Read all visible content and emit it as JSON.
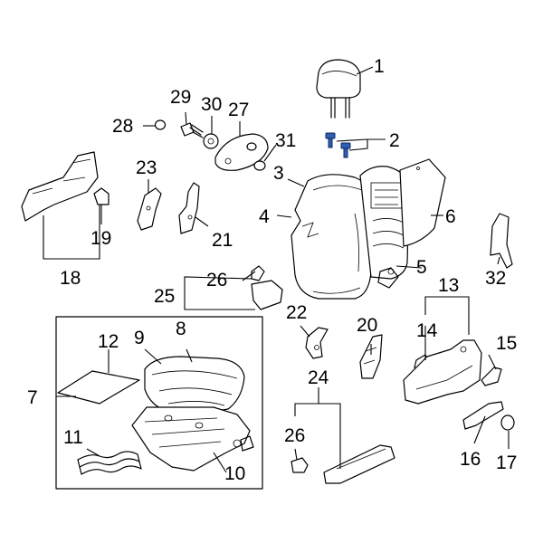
{
  "diagram": {
    "highlight_color": "#2f5fae",
    "callouts": {
      "c1": "1",
      "c2": "2",
      "c3": "3",
      "c4": "4",
      "c5": "5",
      "c6": "6",
      "c7": "7",
      "c8": "8",
      "c9": "9",
      "c10": "10",
      "c11": "11",
      "c12": "12",
      "c13": "13",
      "c14": "14",
      "c15": "15",
      "c16": "16",
      "c17": "17",
      "c18": "18",
      "c19": "19",
      "c20": "20",
      "c21": "21",
      "c22": "22",
      "c23": "23",
      "c24": "24",
      "c25": "25",
      "c26a": "26",
      "c26b": "26",
      "c27": "27",
      "c28": "28",
      "c29": "29",
      "c30": "30",
      "c31": "31",
      "c32": "32"
    }
  }
}
